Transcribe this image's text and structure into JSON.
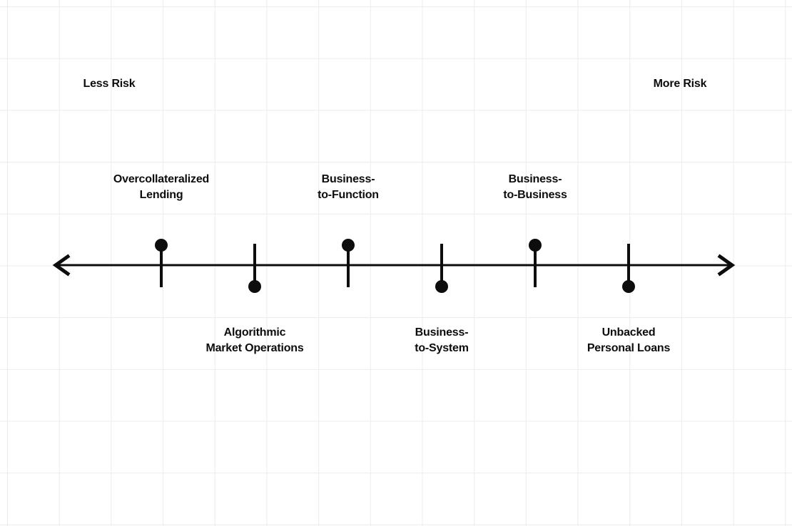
{
  "diagram": {
    "axis": {
      "left_label": "Less Risk",
      "right_label": "More Risk"
    },
    "items": [
      {
        "label": "Overcollateralized\nLending",
        "side": "above"
      },
      {
        "label": "Algorithmic\nMarket Operations",
        "side": "below"
      },
      {
        "label": "Business-\nto-Function",
        "side": "above"
      },
      {
        "label": "Business-\nto-System",
        "side": "below"
      },
      {
        "label": "Business-\nto-Business",
        "side": "above"
      },
      {
        "label": "Unbacked\nPersonal Loans",
        "side": "below"
      }
    ],
    "colors": {
      "ink": "#0d0d0d",
      "grid": "#ececec",
      "background": "#ffffff"
    }
  }
}
